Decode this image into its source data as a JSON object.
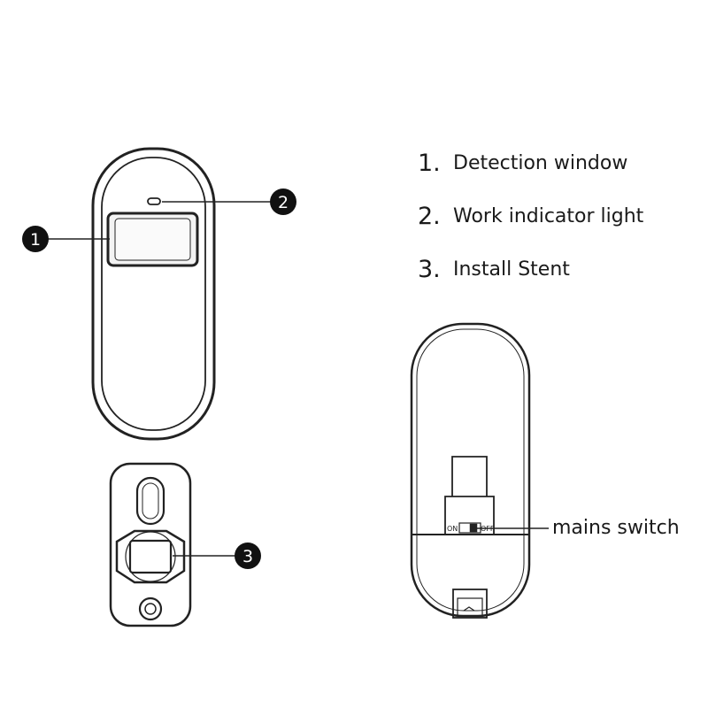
{
  "legend": [
    {
      "num": "1.",
      "label": "Detection window"
    },
    {
      "num": "2.",
      "label": "Work indicator light"
    },
    {
      "num": "3.",
      "label": "Install Stent"
    }
  ],
  "markers": {
    "m1": "1",
    "m2": "2",
    "m3": "3"
  },
  "mains_switch_label": "mains switch",
  "switch_labels": {
    "on": "ON",
    "off": "OFF"
  },
  "colors": {
    "stroke": "#222222",
    "marker_fill": "#111111",
    "window_fill": "#f3f3f3"
  }
}
